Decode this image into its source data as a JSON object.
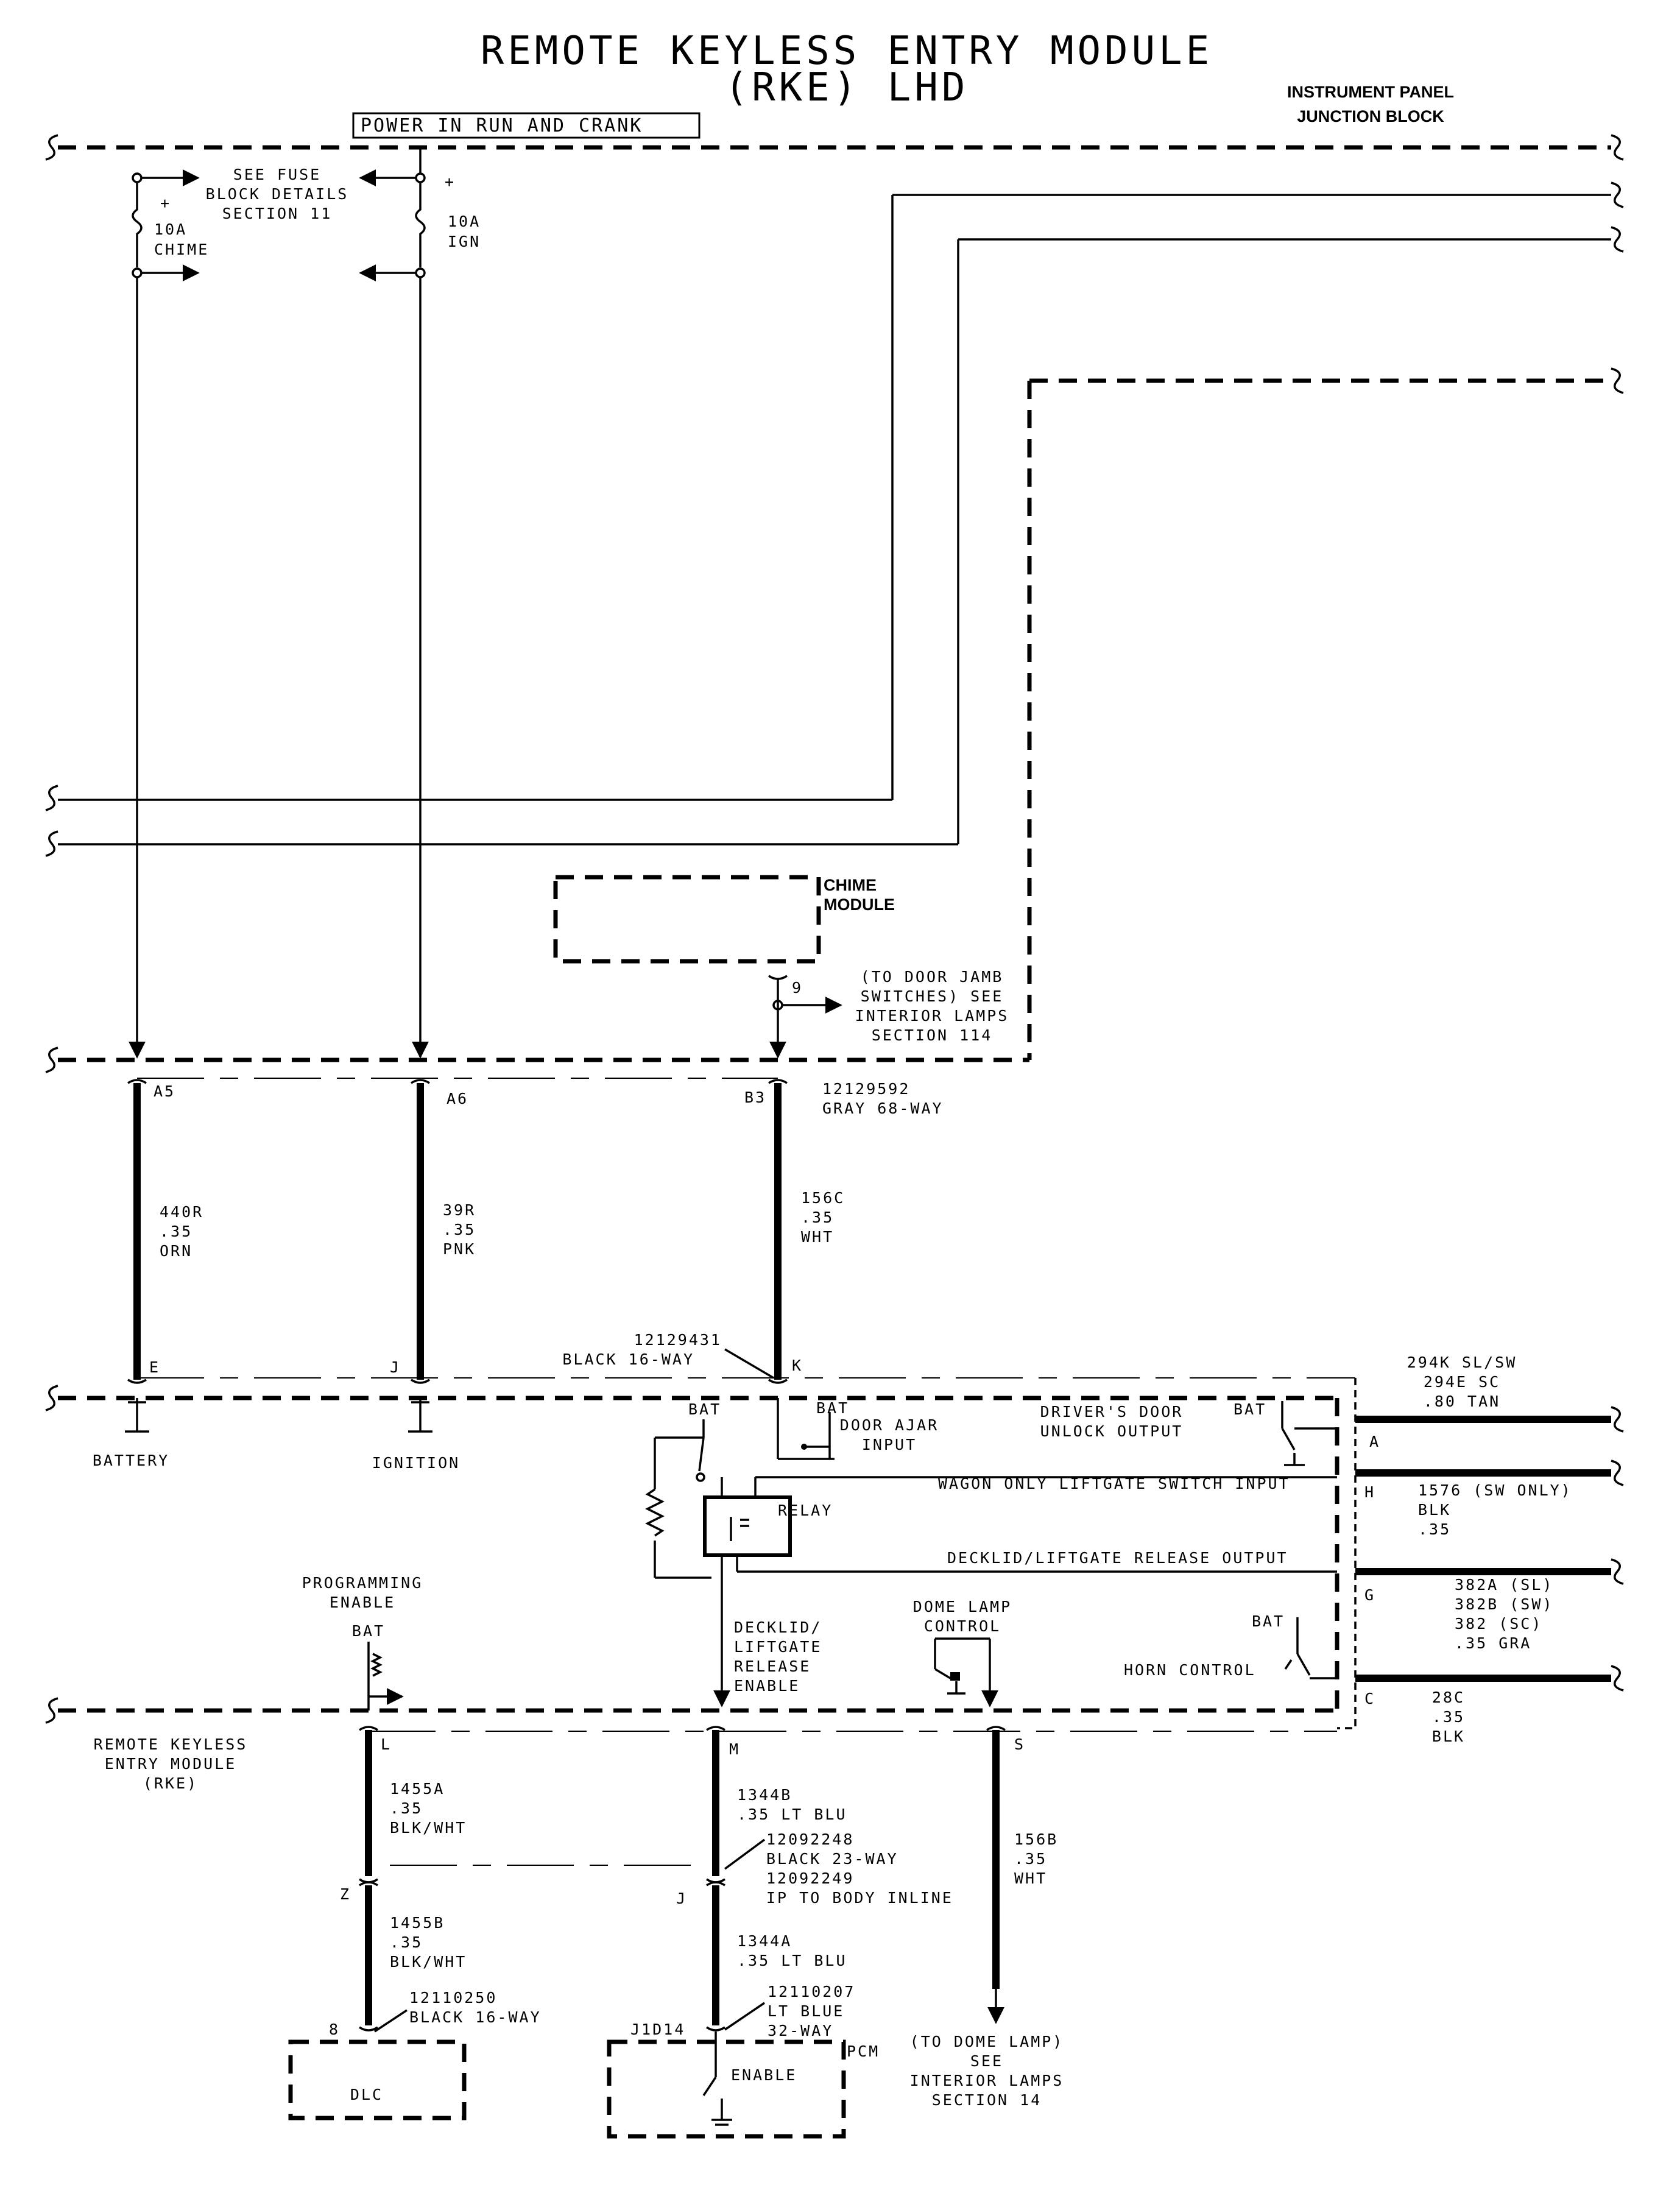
{
  "title": {
    "line1": "REMOTE KEYLESS ENTRY MODULE",
    "line2": "(RKE) LHD"
  },
  "power_box": "POWER IN RUN AND CRANK",
  "junction_block": {
    "line1": "INSTRUMENT PANEL",
    "line2": "JUNCTION BLOCK"
  },
  "fuses": {
    "plus": "+",
    "see_fuse": [
      "SEE FUSE",
      "BLOCK DETAILS",
      "SECTION 11"
    ],
    "chime": {
      "rating": "10A",
      "name": "CHIME"
    },
    "ign": {
      "rating": "10A",
      "name": "IGN"
    }
  },
  "chime_module": {
    "line1": "CHIME",
    "line2": "MODULE",
    "pin": "9",
    "note": [
      "(TO DOOR JAMB",
      "SWITCHES) SEE",
      "INTERIOR LAMPS",
      "SECTION 114"
    ]
  },
  "ipjb_pins": {
    "a5": "A5",
    "a6": "A6",
    "b3": "B3"
  },
  "ipjb_connector": [
    "12129592",
    "GRAY 68-WAY"
  ],
  "wires": {
    "w440r": [
      "440R",
      ".35",
      "ORN"
    ],
    "w39r": [
      "39R",
      ".35",
      "PNK"
    ],
    "w156c": [
      "156C",
      ".35",
      "WHT"
    ],
    "w1455a": [
      "1455A",
      ".35",
      "BLK/WHT"
    ],
    "w1455b": [
      "1455B",
      ".35",
      "BLK/WHT"
    ],
    "w1344b": [
      "1344B",
      ".35 LT BLU"
    ],
    "w1344a": [
      "1344A",
      ".35  LT BLU"
    ],
    "w156b": [
      "156B",
      ".35",
      "WHT"
    ],
    "w294": [
      "294K SL/SW",
      "294E SC",
      ".80 TAN"
    ],
    "w1576": [
      "1576 (SW ONLY)",
      "BLK",
      ".35"
    ],
    "w382": [
      "382A (SL)",
      "382B (SW)",
      "382  (SC)",
      ".35 GRA"
    ],
    "w28c": [
      "28C",
      ".35",
      "BLK"
    ]
  },
  "rke_connector": {
    "part": "12129431",
    "desc": "BLACK 16-WAY",
    "pins": {
      "e": "E",
      "j": "J",
      "k": "K"
    }
  },
  "rke_module": {
    "bat": "BAT",
    "battery": "BATTERY",
    "ignition": "IGNITION",
    "door_ajar": [
      "DOOR AJAR",
      "INPUT"
    ],
    "drivers_door": [
      "DRIVER'S DOOR",
      "UNLOCK OUTPUT"
    ],
    "relay": "RELAY",
    "wagon": "WAGON ONLY LIFTGATE SWITCH INPUT",
    "decklid_output": "DECKLID/LIFTGATE RELEASE OUTPUT",
    "decklid_enable": [
      "DECKLID/",
      "LIFTGATE",
      "RELEASE",
      "ENABLE"
    ],
    "dome_lamp": [
      "DOME LAMP",
      "CONTROL"
    ],
    "horn": "HORN CONTROL",
    "programming": [
      "PROGRAMMING",
      "ENABLE"
    ],
    "name": [
      "REMOTE KEYLESS",
      "ENTRY MODULE",
      "(RKE)"
    ],
    "side_pins": {
      "a": "A",
      "h": "H",
      "g": "G",
      "c": "C"
    },
    "bottom_pins": {
      "l": "L",
      "m": "M",
      "s": "S"
    }
  },
  "inline": {
    "top": [
      "12092248",
      "BLACK 23-WAY"
    ],
    "bottom": [
      "12092249",
      "IP TO BODY INLINE"
    ],
    "z": "Z",
    "j": "J"
  },
  "dlc": {
    "pin": "8",
    "connector": [
      "12110250",
      "BLACK 16-WAY"
    ],
    "name": "DLC"
  },
  "pcm": {
    "pin": "J1D14",
    "connector": [
      "12110207",
      "LT BLUE",
      "32-WAY"
    ],
    "name": "PCM",
    "enable": "ENABLE"
  },
  "dome_note": [
    "(TO DOME LAMP)",
    "SEE",
    "INTERIOR LAMPS",
    "SECTION 14"
  ]
}
